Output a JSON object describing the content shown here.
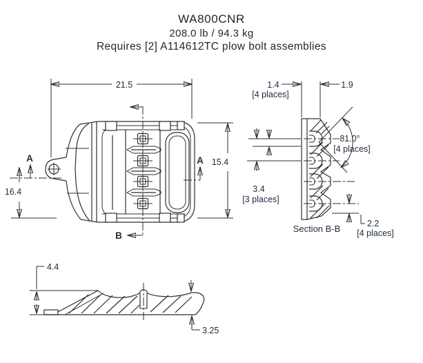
{
  "title": {
    "model": "WA800CNR",
    "weight": "208.0 lb / 94.3 kg",
    "requirement": "Requires [2] A114612TC plow bolt assemblies"
  },
  "front_view": {
    "width": "21.5",
    "height_overall": "16.4",
    "height_frame": "15.4",
    "section_a": "A",
    "section_b": "B"
  },
  "section_bb": {
    "label": "Section B-B",
    "dim_small_width": "1.4",
    "dim_small_width_note": "[4 places]",
    "dim_edge_width": "1.9",
    "angle": "81.0°",
    "angle_note": "[4 places]",
    "pitch": "3.4",
    "pitch_note": "[3 places]",
    "depth": "2.2",
    "depth_note": "[4 places]"
  },
  "side_view": {
    "height_left": "4.4",
    "height_right": "3.25"
  },
  "colors": {
    "line": "#2e2e2e",
    "dim_text": "#1f2a3d",
    "title_text": "#23262c",
    "label_a": "#2f4e8c",
    "label_b": "#b4691e",
    "tooth_fill": "#3f3f3f",
    "background": "#ffffff"
  }
}
